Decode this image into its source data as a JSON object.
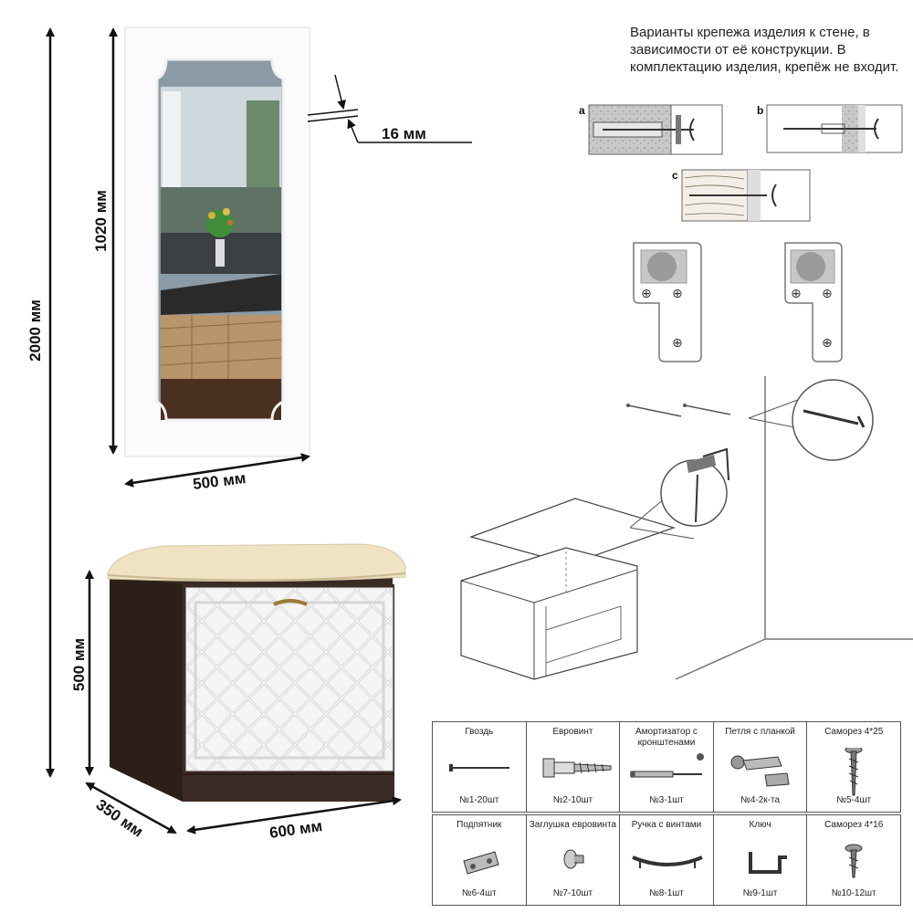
{
  "dimensions": {
    "mirror_thickness": "16 мм",
    "mirror_height": "1020 мм",
    "mirror_width": "500 мм",
    "total_height": "2000 мм",
    "bench_height": "500 мм",
    "bench_depth": "350 мм",
    "bench_width": "600 мм"
  },
  "mounting_note": "Варианты крепежа изделия к стене, в зависимости от её конструкции. В комплектацию изделия, крепёж не входит.",
  "mount_variants": [
    "a",
    "b",
    "c"
  ],
  "parts": [
    {
      "name": "Гвоздь",
      "qty": "№1-20шт",
      "icon": "nail-icon"
    },
    {
      "name": "Евровинт",
      "qty": "№2-10шт",
      "icon": "eurovint-icon"
    },
    {
      "name": "Амортизатор с кронштенами",
      "qty": "№3-1шт",
      "icon": "damper-icon"
    },
    {
      "name": "Петля с планкой",
      "qty": "№4-2к-та",
      "icon": "hinge-icon"
    },
    {
      "name": "Саморез 4*25",
      "qty": "№5-4шт",
      "icon": "screw-icon"
    },
    {
      "name": "Подпятник",
      "qty": "№6-4шт",
      "icon": "foot-pad-icon"
    },
    {
      "name": "Заглушка евровинта",
      "qty": "№7-10шт",
      "icon": "cap-icon"
    },
    {
      "name": "Ручка с винтами",
      "qty": "№8-1шт",
      "icon": "handle-icon"
    },
    {
      "name": "Ключ",
      "qty": "№9-1шт",
      "icon": "key-icon"
    },
    {
      "name": "Саморез 4*16",
      "qty": "№10-12шт",
      "icon": "short-screw-icon"
    }
  ],
  "colors": {
    "wenge": "#3a2a24",
    "cream": "#efe3c4",
    "white_panel": "#f7f7f7"
  }
}
